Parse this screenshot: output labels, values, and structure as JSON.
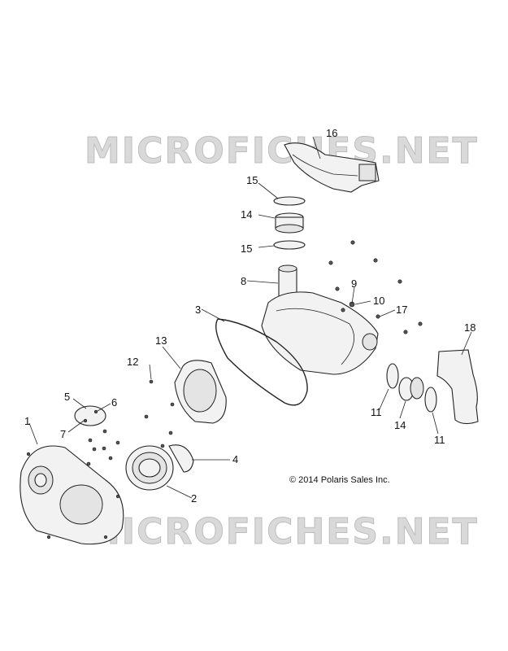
{
  "watermarks": {
    "top": "MICROFICHES.NET",
    "bottom": "MICROFICHES.NET"
  },
  "copyright": "© 2014 Polaris Sales Inc.",
  "callouts": [
    "1",
    "2",
    "3",
    "4",
    "5",
    "6",
    "7",
    "8",
    "9",
    "10",
    "11",
    "11",
    "12",
    "13",
    "14",
    "14",
    "15",
    "15",
    "16",
    "17",
    "18"
  ]
}
